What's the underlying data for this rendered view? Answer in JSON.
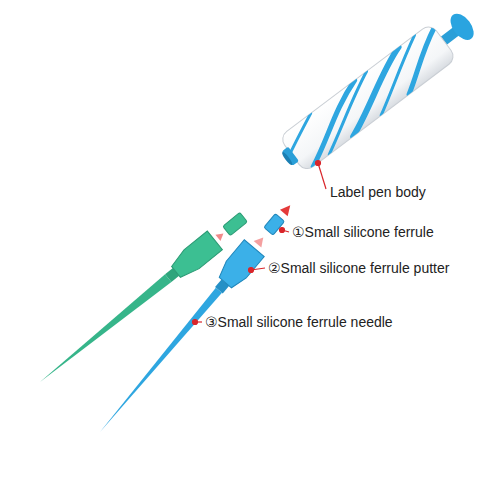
{
  "diagram": {
    "labels": [
      "Label pen body",
      "①Small silicone ferrule",
      "②Small silicone ferrule putter",
      "③Small silicone ferrule needle"
    ]
  }
}
